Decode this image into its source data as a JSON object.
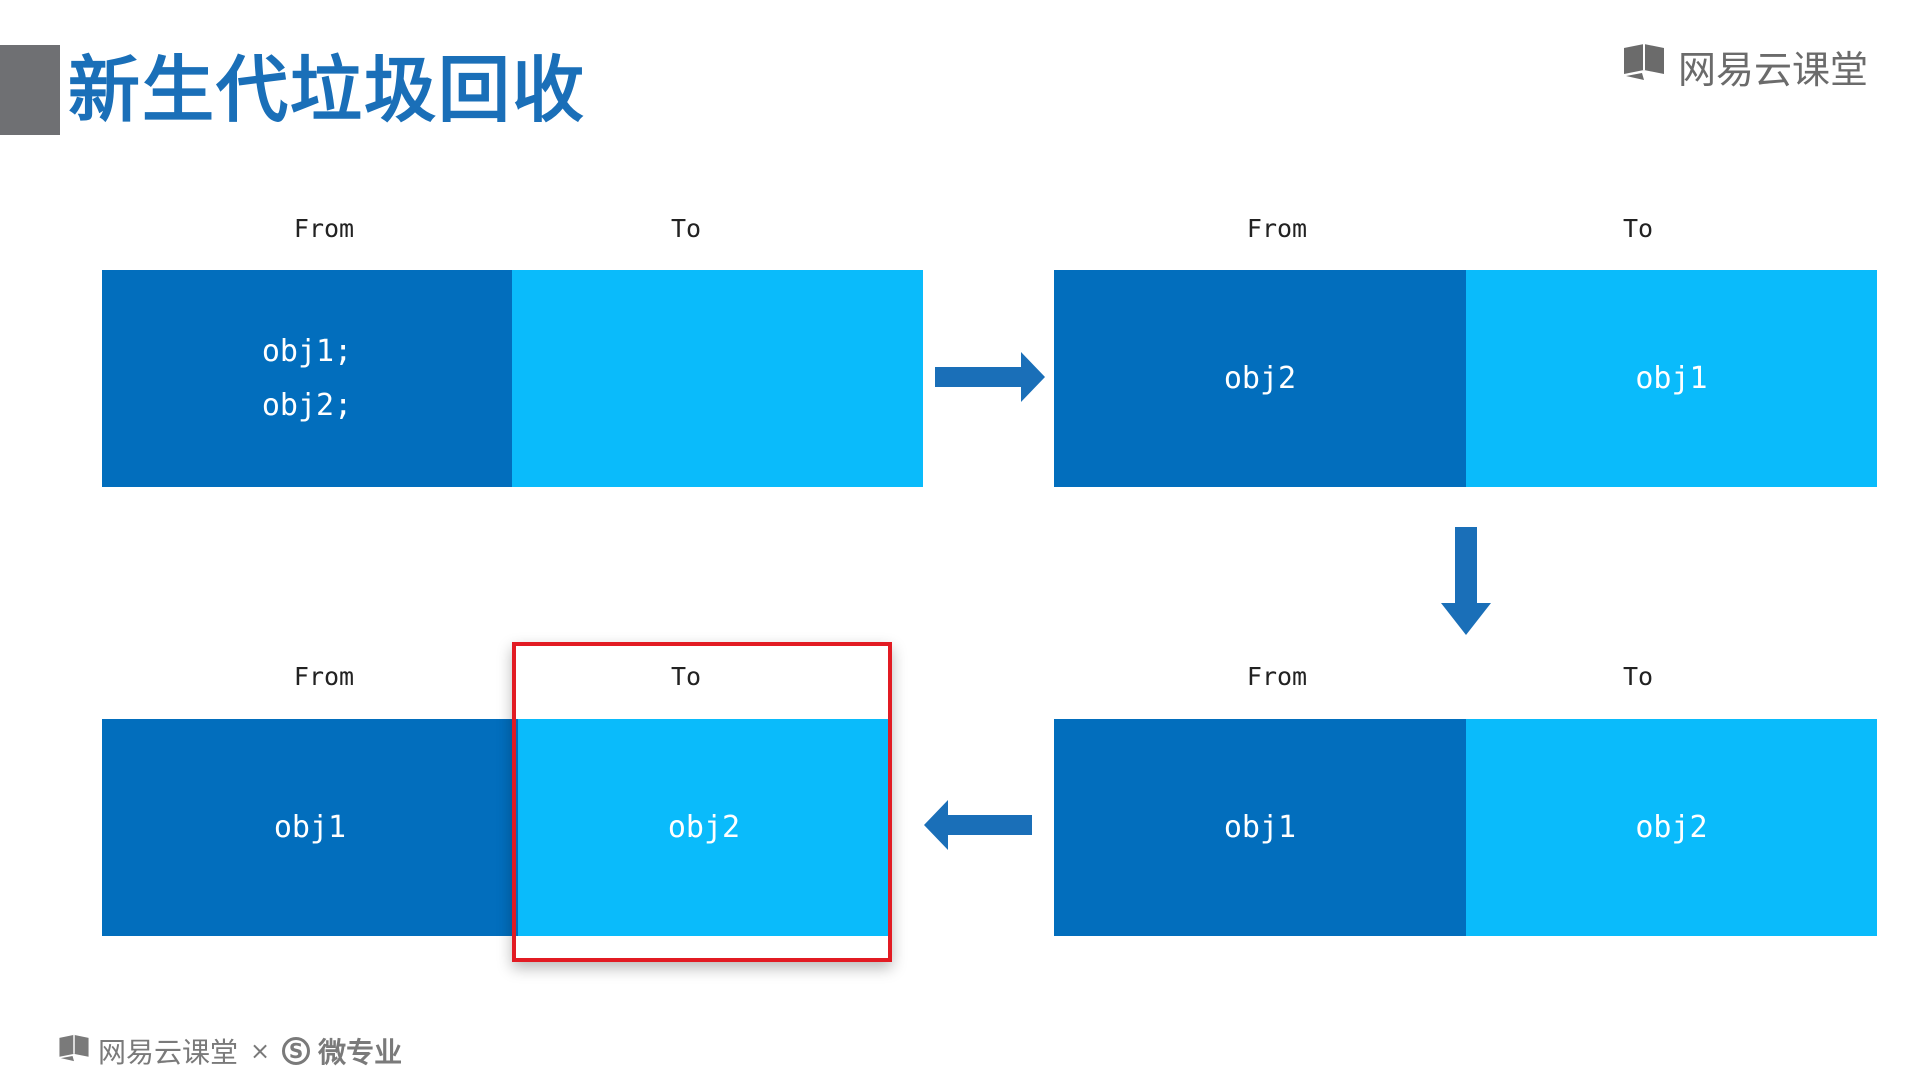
{
  "title": "新生代垃圾回收",
  "brand": "网易云课堂",
  "footer": {
    "brand": "网易云课堂",
    "separator": "×",
    "badge": "S",
    "product": "微专业"
  },
  "from_label": "From",
  "to_label": "To",
  "panels": {
    "step1": {
      "from_items": [
        "obj1;",
        "obj2;"
      ],
      "to_items": []
    },
    "step2": {
      "from_items": [
        "obj2"
      ],
      "to_items": [
        "obj1"
      ]
    },
    "step3": {
      "from_items": [
        "obj1"
      ],
      "to_items": [
        "obj2"
      ]
    },
    "step4": {
      "from_items": [
        "obj1"
      ],
      "to_items": [
        "obj2"
      ]
    }
  },
  "colors": {
    "from_space": "#026ebd",
    "to_space": "#0abbfb",
    "arrow": "#1a6fb8",
    "highlight": "#e21b23",
    "title": "#1a6fb8"
  },
  "icons": [
    "book-icon",
    "arrow-right-icon",
    "arrow-down-icon",
    "arrow-left-icon",
    "s-circle-icon"
  ]
}
